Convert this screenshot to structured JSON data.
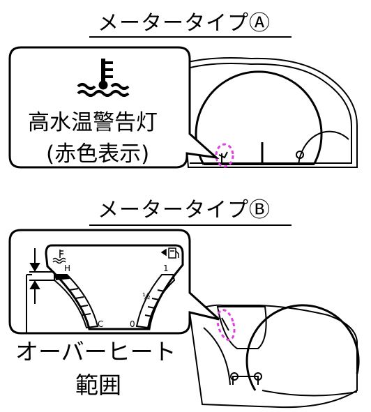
{
  "meter_a": {
    "heading": "メータータイプⒶ",
    "label_line1": "高水温警告灯",
    "label_line2": "(赤色表示)",
    "icon": "coolant-temperature-icon"
  },
  "meter_b": {
    "heading": "メータータイプⒷ",
    "label_line1": "オーバーヒート",
    "label_line2": "範囲",
    "temp_gauge": {
      "top_label": "H",
      "bottom_label": "C",
      "icon": "coolant-temperature-icon"
    },
    "fuel_gauge": {
      "top_label": "1",
      "mid_label": "½",
      "bottom_label": "0",
      "icon": "fuel-pump-icon"
    }
  },
  "colors": {
    "highlight": "#e040e0",
    "line": "#000000"
  }
}
